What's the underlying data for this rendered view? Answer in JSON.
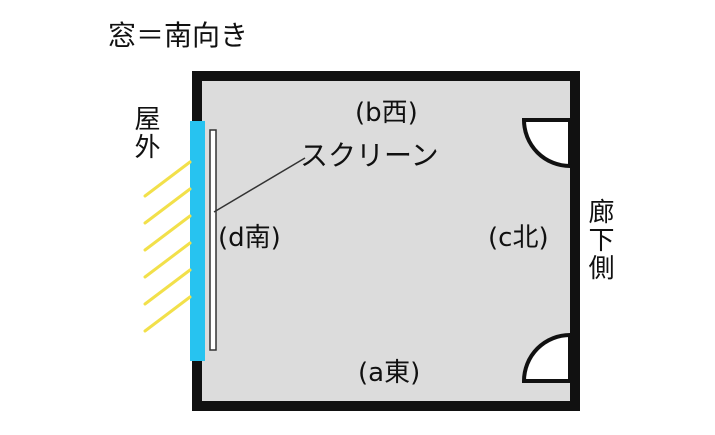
{
  "caption": "窓＝南向き",
  "labels": {
    "outside": "屋外",
    "corridor": "廊下側",
    "west": "(b西)",
    "south": "(d南)",
    "north": "(c北)",
    "east": "(a東)",
    "screen": "スクリーン"
  },
  "colors": {
    "room_fill": "#dcdcdc",
    "wall": "#111111",
    "window": "#27c3f0",
    "sunlight": "#f2e04a"
  }
}
